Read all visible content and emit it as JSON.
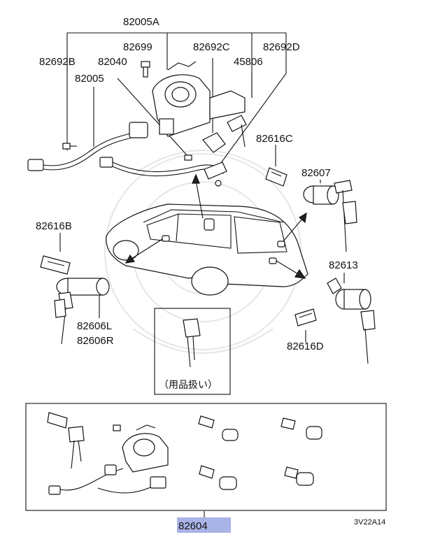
{
  "labels": {
    "p82005A": "82005A",
    "p82699": "82699",
    "p82692C": "82692C",
    "p82692D": "82692D",
    "p82692B": "82692B",
    "p82040": "82040",
    "p45806": "45806",
    "p82005": "82005",
    "p82616C": "82616C",
    "p82607": "82607",
    "p82616B": "82616B",
    "p82613": "82613",
    "p82606L": "82606L",
    "p82606R": "82606R",
    "p82616D": "82616D",
    "p82604": "82604"
  },
  "inset_note": "（用品扱い）",
  "figure_code": "3V22A14",
  "colors": {
    "highlight": "#a9b3e6",
    "line": "#111111",
    "watermark": "#e6e6e6"
  }
}
